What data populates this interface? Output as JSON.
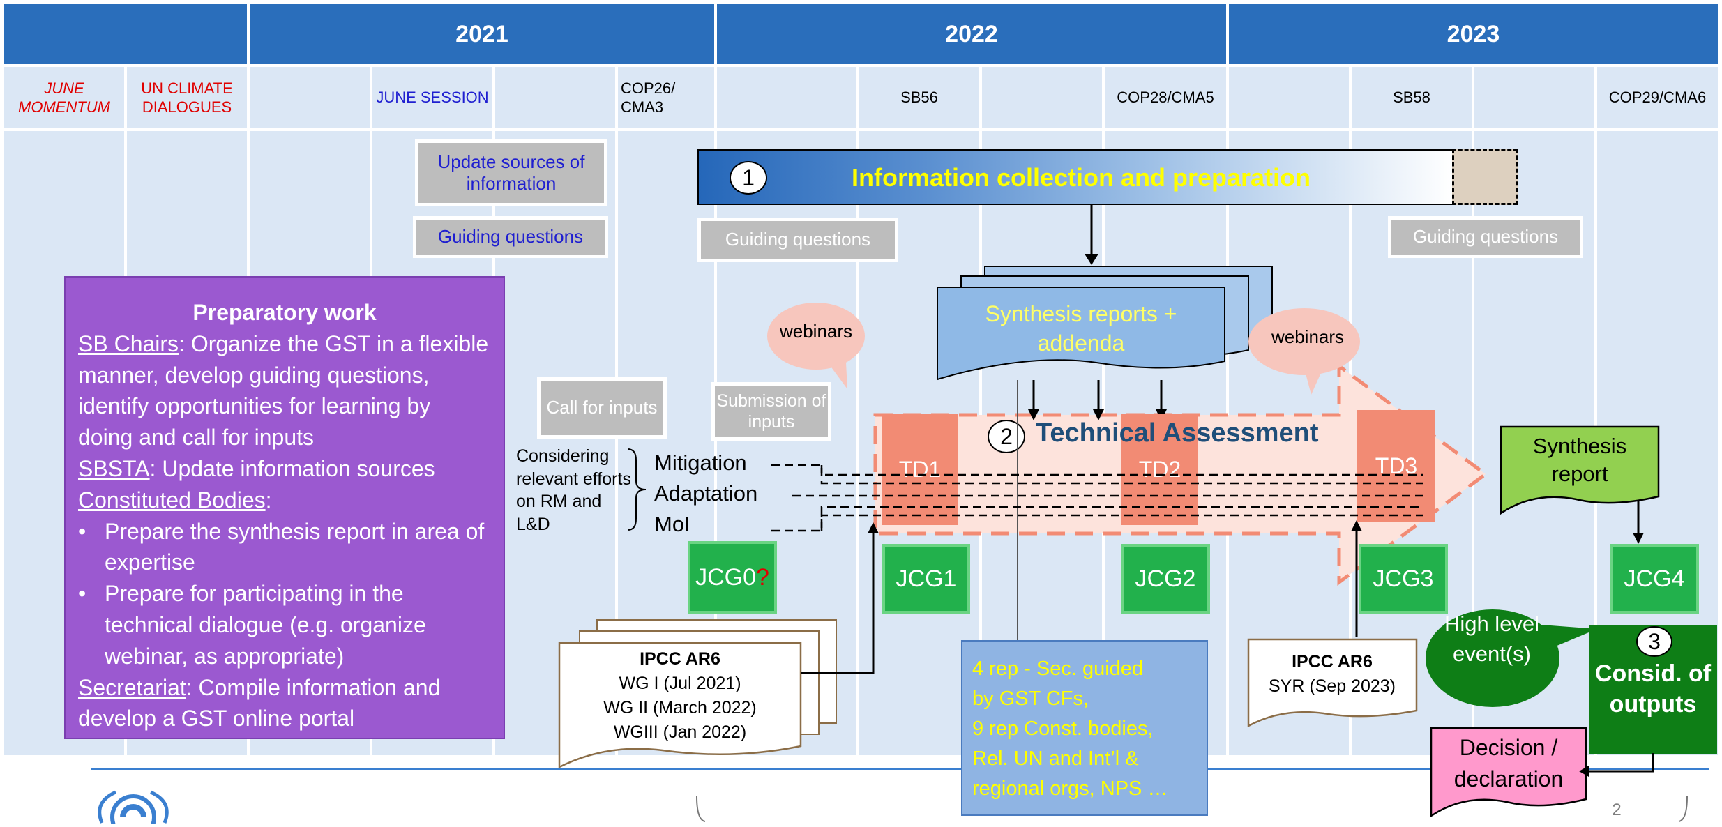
{
  "header": {
    "years": [
      "2021",
      "2022",
      "2023"
    ]
  },
  "events": {
    "june_momentum": "JUNE MOMENTUM",
    "un_climate_dialogues": "UN CLIMATE DIALOGUES",
    "june_session": "JUNE SESSION",
    "cop26": "COP26/ CMA3",
    "sb56": "SB56",
    "cop28": "COP28/CMA5",
    "sb58": "SB58",
    "cop29": "COP29/CMA6"
  },
  "boxes": {
    "update_sources": "Update sources of information",
    "guiding_questions": "Guiding questions",
    "call_for_inputs": "Call for inputs",
    "submission_of_inputs": "Submission of inputs",
    "considering": "Considering relevant efforts on RM and L&D"
  },
  "info_collection": {
    "number": "1",
    "title": "Information collection and preparation"
  },
  "synthesis_reports": "Synthesis reports + addenda",
  "webinars": "webinars",
  "webinars2": "webinars",
  "technical_assessment": {
    "number": "2",
    "title": "Technical Assessment",
    "td": [
      "TD1",
      "TD2",
      "TD3"
    ]
  },
  "topics": [
    "Mitigation",
    "Adaptation",
    "MoI"
  ],
  "jcg": {
    "jcg0": "JCG0",
    "jcg0_mark": "?",
    "items": [
      "JCG1",
      "JCG2",
      "JCG3",
      "JCG4"
    ]
  },
  "ipcc_wg": {
    "title": "IPCC AR6",
    "lines": [
      "WG I (Jul 2021)",
      "WG II (March 2022)",
      "WGIII (Jan 2022)"
    ]
  },
  "ipcc_syr": {
    "title": "IPCC AR6",
    "line": "SYR (Sep 2023)"
  },
  "reports_box": {
    "lines": [
      "4 rep - Sec. guided",
      "by GST CFs,",
      "9 rep Const. bodies,",
      "Rel. UN and Int’l &",
      "regional orgs, NPS …"
    ]
  },
  "synthesis_report_box": "Synthesis report",
  "high_level": "High level event(s)",
  "consid": {
    "number": "3",
    "label": "Consid. of outputs"
  },
  "decision": "Decision / declaration",
  "page_number": "2",
  "preparatory": {
    "title": "Preparatory work",
    "sb_chairs_label": "SB Chairs",
    "sb_chairs_text": ": Organize the GST in a flexible manner, develop guiding questions, identify opportunities for learning by doing and call for inputs",
    "sbsta_label": "SBSTA",
    "sbsta_text": ": Update information sources",
    "cb_label": "Constituted Bodies",
    "cb_text": ":",
    "bullets": [
      "Prepare the synthesis report in area of expertise",
      "Prepare for participating in the technical dialogue (e.g. organize webinar, as appropriate)"
    ],
    "secretariat_label": "Secretariat",
    "secretariat_text": ": Compile information and develop a GST online portal"
  },
  "colors": {
    "header_blue": "#2a6ebb",
    "column_bg": "#dbe7f5",
    "purple": "#9b59d0",
    "green": "#22b14c",
    "dark_green": "#0e7e16",
    "salmon": "#f28b74",
    "pink": "#ff99cc",
    "light_green": "#92d050",
    "yellow": "#ffff00"
  }
}
